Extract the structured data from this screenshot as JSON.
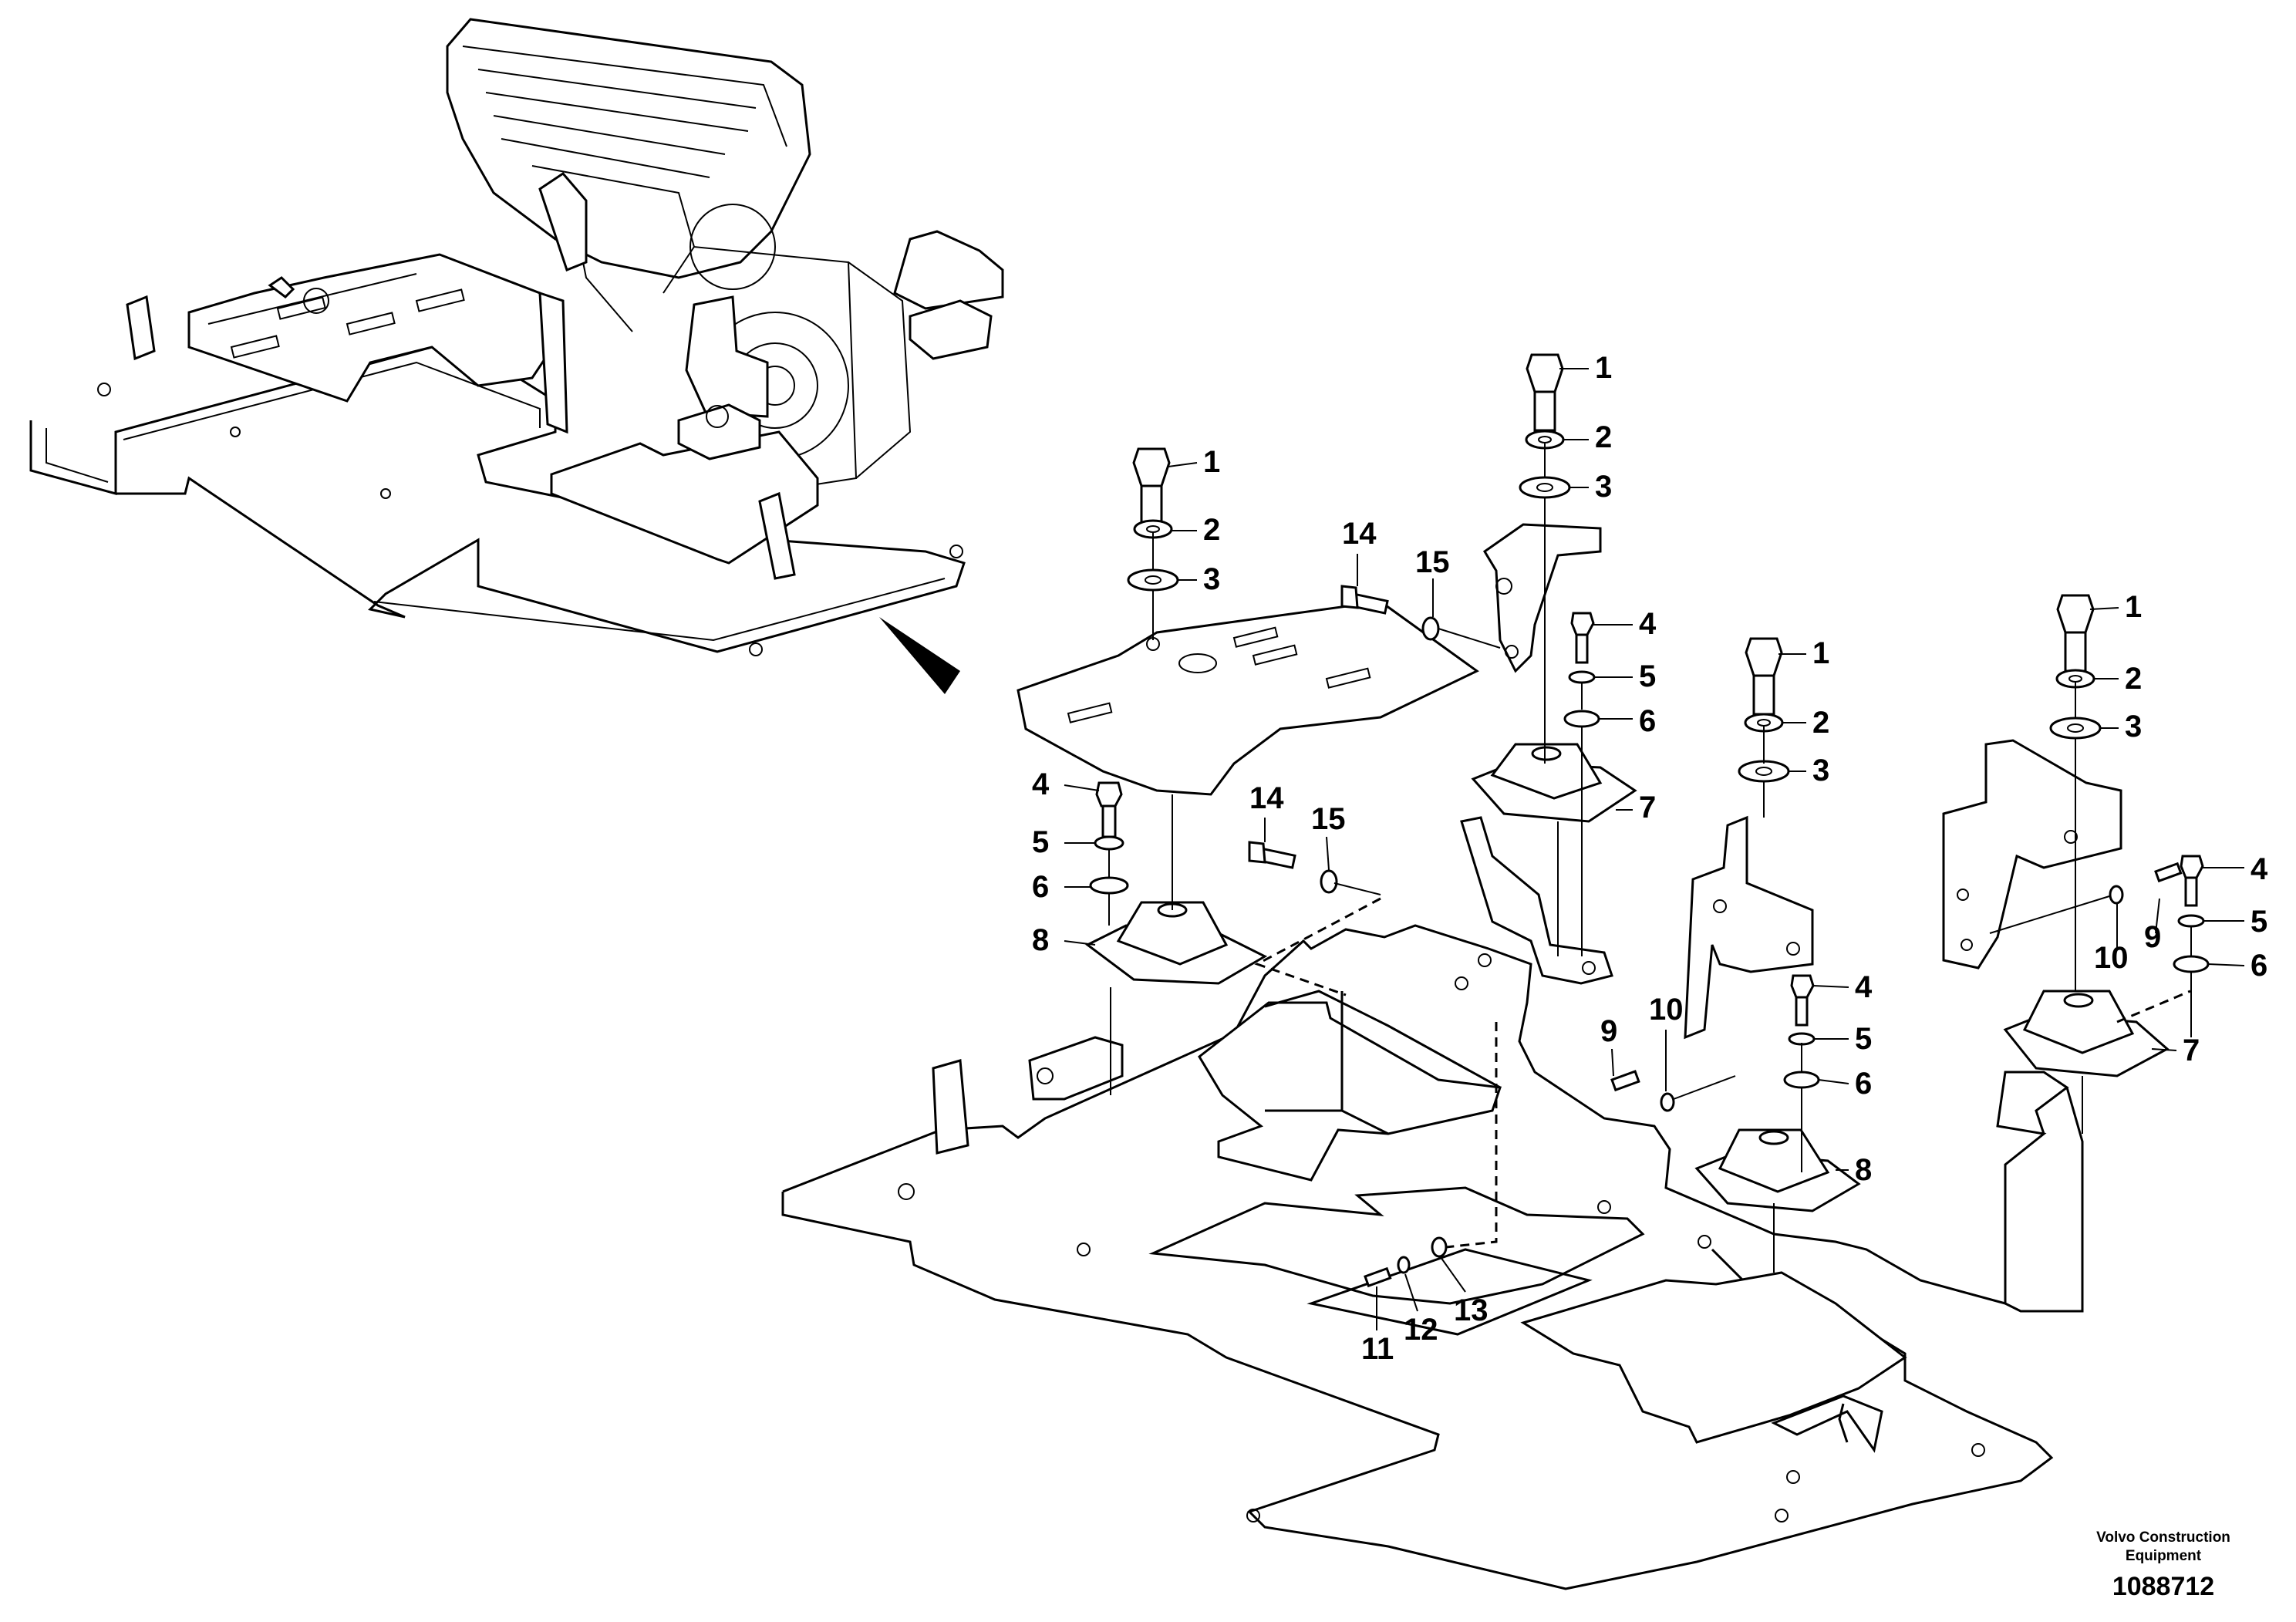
{
  "diagram": {
    "company_line1": "Volvo Construction",
    "company_line2": "Equipment",
    "drawing_number": "1088712",
    "callouts": [
      {
        "id": "c-1-a",
        "text": "1"
      },
      {
        "id": "c-2-a",
        "text": "2"
      },
      {
        "id": "c-3-a",
        "text": "3"
      },
      {
        "id": "c-14-a",
        "text": "14"
      },
      {
        "id": "c-15-a",
        "text": "15"
      },
      {
        "id": "c-4-a",
        "text": "4"
      },
      {
        "id": "c-5-a",
        "text": "5"
      },
      {
        "id": "c-6-a",
        "text": "6"
      },
      {
        "id": "c-8-a",
        "text": "8"
      },
      {
        "id": "c-14-b",
        "text": "14"
      },
      {
        "id": "c-15-b",
        "text": "15"
      },
      {
        "id": "c-1-b",
        "text": "1"
      },
      {
        "id": "c-2-b",
        "text": "2"
      },
      {
        "id": "c-3-b",
        "text": "3"
      },
      {
        "id": "c-4-b",
        "text": "4"
      },
      {
        "id": "c-5-b",
        "text": "5"
      },
      {
        "id": "c-6-b",
        "text": "6"
      },
      {
        "id": "c-7-a",
        "text": "7"
      },
      {
        "id": "c-1-c",
        "text": "1"
      },
      {
        "id": "c-2-c",
        "text": "2"
      },
      {
        "id": "c-3-c",
        "text": "3"
      },
      {
        "id": "c-4-c",
        "text": "4"
      },
      {
        "id": "c-5-c",
        "text": "5"
      },
      {
        "id": "c-6-c",
        "text": "6"
      },
      {
        "id": "c-8-b",
        "text": "8"
      },
      {
        "id": "c-9-a",
        "text": "9"
      },
      {
        "id": "c-10-a",
        "text": "10"
      },
      {
        "id": "c-1-d",
        "text": "1"
      },
      {
        "id": "c-2-d",
        "text": "2"
      },
      {
        "id": "c-3-d",
        "text": "3"
      },
      {
        "id": "c-4-d",
        "text": "4"
      },
      {
        "id": "c-9-b",
        "text": "9"
      },
      {
        "id": "c-5-d",
        "text": "5"
      },
      {
        "id": "c-10-b",
        "text": "10"
      },
      {
        "id": "c-6-d",
        "text": "6"
      },
      {
        "id": "c-7-b",
        "text": "7"
      },
      {
        "id": "c-11",
        "text": "11"
      },
      {
        "id": "c-12",
        "text": "12"
      },
      {
        "id": "c-13",
        "text": "13"
      }
    ]
  }
}
